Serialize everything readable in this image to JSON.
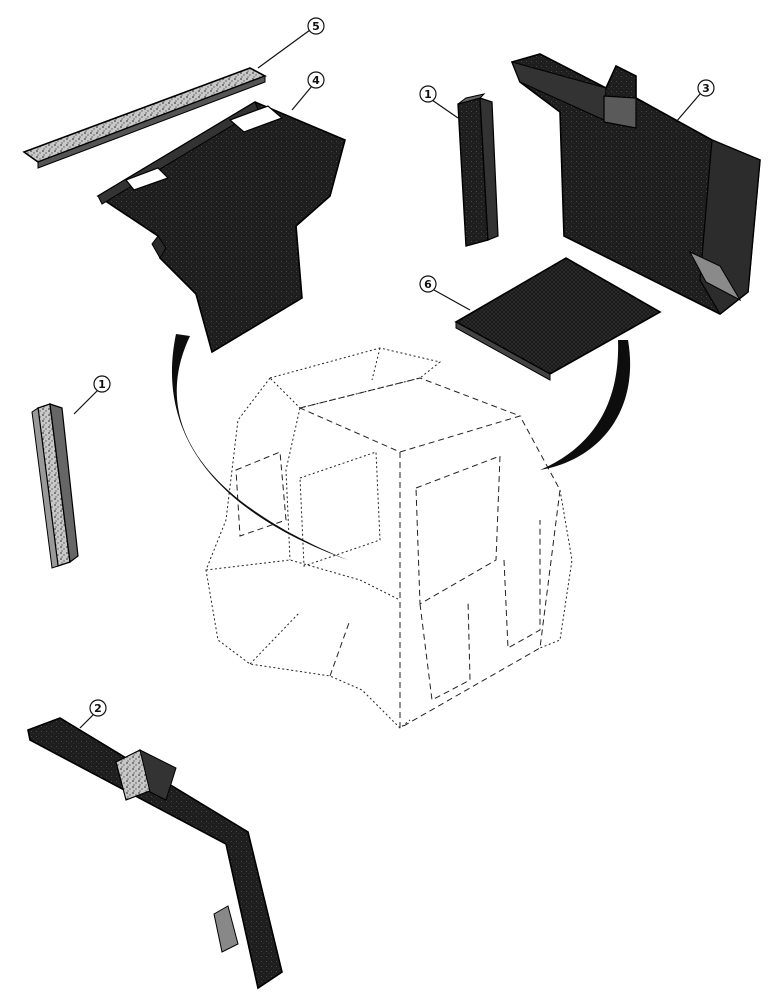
{
  "callouts": [
    {
      "id": "part-5",
      "label": "5"
    },
    {
      "id": "part-4",
      "label": "4"
    },
    {
      "id": "part-1-upper",
      "label": "1"
    },
    {
      "id": "part-3",
      "label": "3"
    },
    {
      "id": "part-6",
      "label": "6"
    },
    {
      "id": "part-1-lower",
      "label": "1"
    },
    {
      "id": "part-2",
      "label": "2"
    }
  ]
}
